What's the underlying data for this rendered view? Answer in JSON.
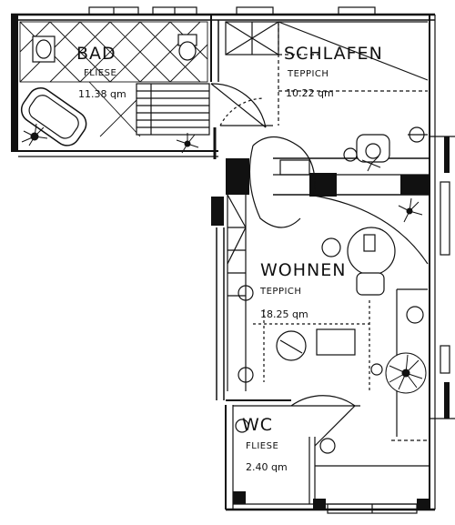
{
  "rooms": {
    "bad": {
      "name": "BAD",
      "floor": "FLIESE",
      "area": "11.38 qm"
    },
    "schlafen": {
      "name": "SCHLAFEN",
      "floor": "TEPPICH",
      "area": "10.22 qm"
    },
    "wohnen": {
      "name": "WOHNEN",
      "floor": "TEPPICH",
      "area": "18.25 qm"
    },
    "wc": {
      "name": "WC",
      "floor": "FLIESE",
      "area": "2.40 qm"
    }
  },
  "colors": {
    "ink": "#111111",
    "paper": "#ffffff"
  }
}
